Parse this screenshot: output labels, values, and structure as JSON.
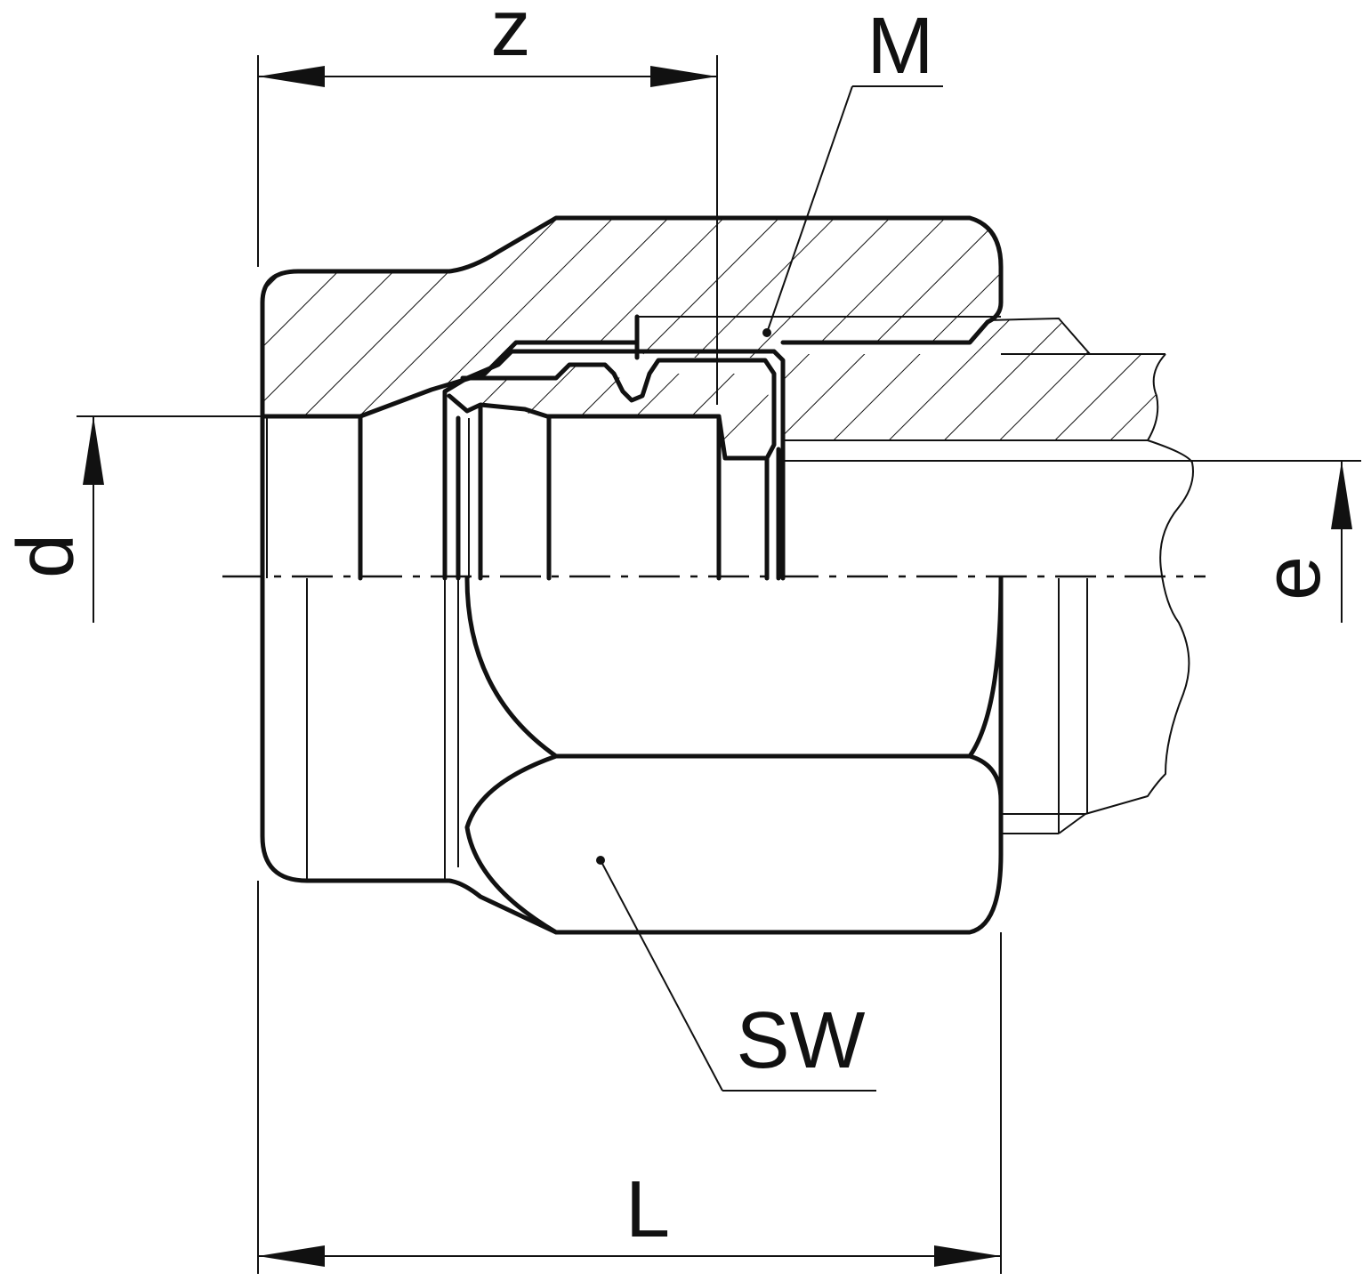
{
  "labels": {
    "z": "z",
    "M": "M",
    "d": "d",
    "e": "e",
    "SW": "SW",
    "L": "L"
  }
}
